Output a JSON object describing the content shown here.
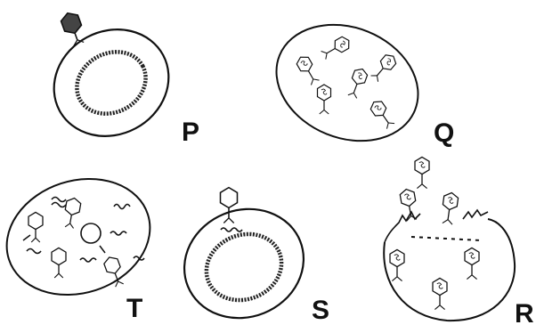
{
  "panels": [
    {
      "key": "P",
      "label": "P"
    },
    {
      "key": "Q",
      "label": "Q"
    },
    {
      "key": "T",
      "label": "T"
    },
    {
      "key": "S",
      "label": "S"
    },
    {
      "key": "R",
      "label": "R"
    }
  ],
  "colors": {
    "ink": "#111111",
    "paper": "#ffffff"
  }
}
